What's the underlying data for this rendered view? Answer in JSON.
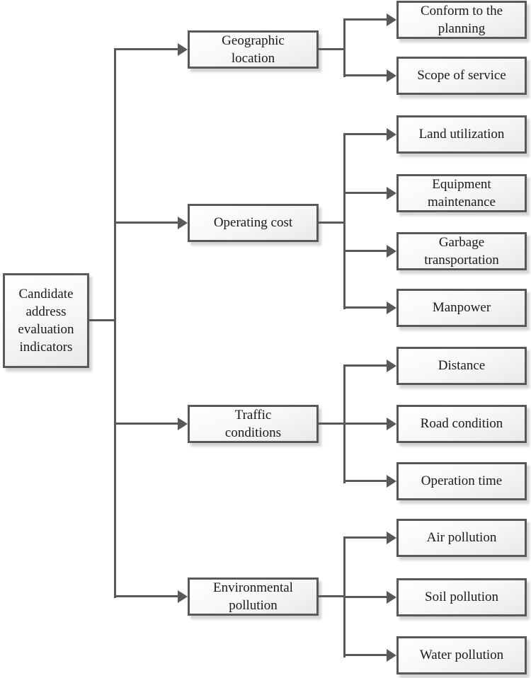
{
  "diagram": {
    "root": {
      "label": "Candidate address evaluation indicators"
    },
    "branches": [
      {
        "label": "Geographic location",
        "children": [
          "Conform to the planning",
          "Scope of service"
        ]
      },
      {
        "label": "Operating cost",
        "children": [
          "Land utilization",
          "Equipment maintenance",
          "Garbage transportation",
          "Manpower"
        ]
      },
      {
        "label": "Traffic conditions",
        "children": [
          "Distance",
          "Road condition",
          "Operation time"
        ]
      },
      {
        "label": "Environmental pollution",
        "children": [
          "Air pollution",
          "Soil pollution",
          "Water pollution"
        ]
      }
    ],
    "colors": {
      "line": "#595959",
      "box_border": "#595959",
      "box_fill_top": "#ffffff",
      "box_fill_bottom": "#e9e9e9",
      "text": "#1a1a1a",
      "background": "#ffffff"
    }
  }
}
